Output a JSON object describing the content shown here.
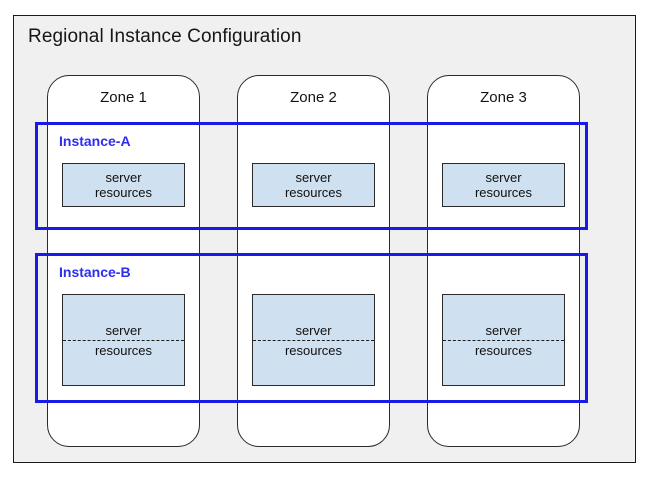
{
  "diagram": {
    "title": "Regional Instance Configuration",
    "background": "#f0f0f0",
    "frame_color": "#1a1a1a",
    "accent_color": "#2d2df0",
    "resource_fill": "#cfe0f0"
  },
  "zones": [
    {
      "label": "Zone 1"
    },
    {
      "label": "Zone 2"
    },
    {
      "label": "Zone 3"
    }
  ],
  "instances": [
    {
      "label": "Instance-A",
      "resources": [
        {
          "line1": "server",
          "line2": "resources"
        },
        {
          "line1": "server",
          "line2": "resources"
        },
        {
          "line1": "server",
          "line2": "resources"
        }
      ]
    },
    {
      "label": "Instance-B",
      "resources": [
        {
          "line1": "server",
          "line2": "resources"
        },
        {
          "line1": "server",
          "line2": "resources"
        },
        {
          "line1": "server",
          "line2": "resources"
        }
      ]
    }
  ]
}
